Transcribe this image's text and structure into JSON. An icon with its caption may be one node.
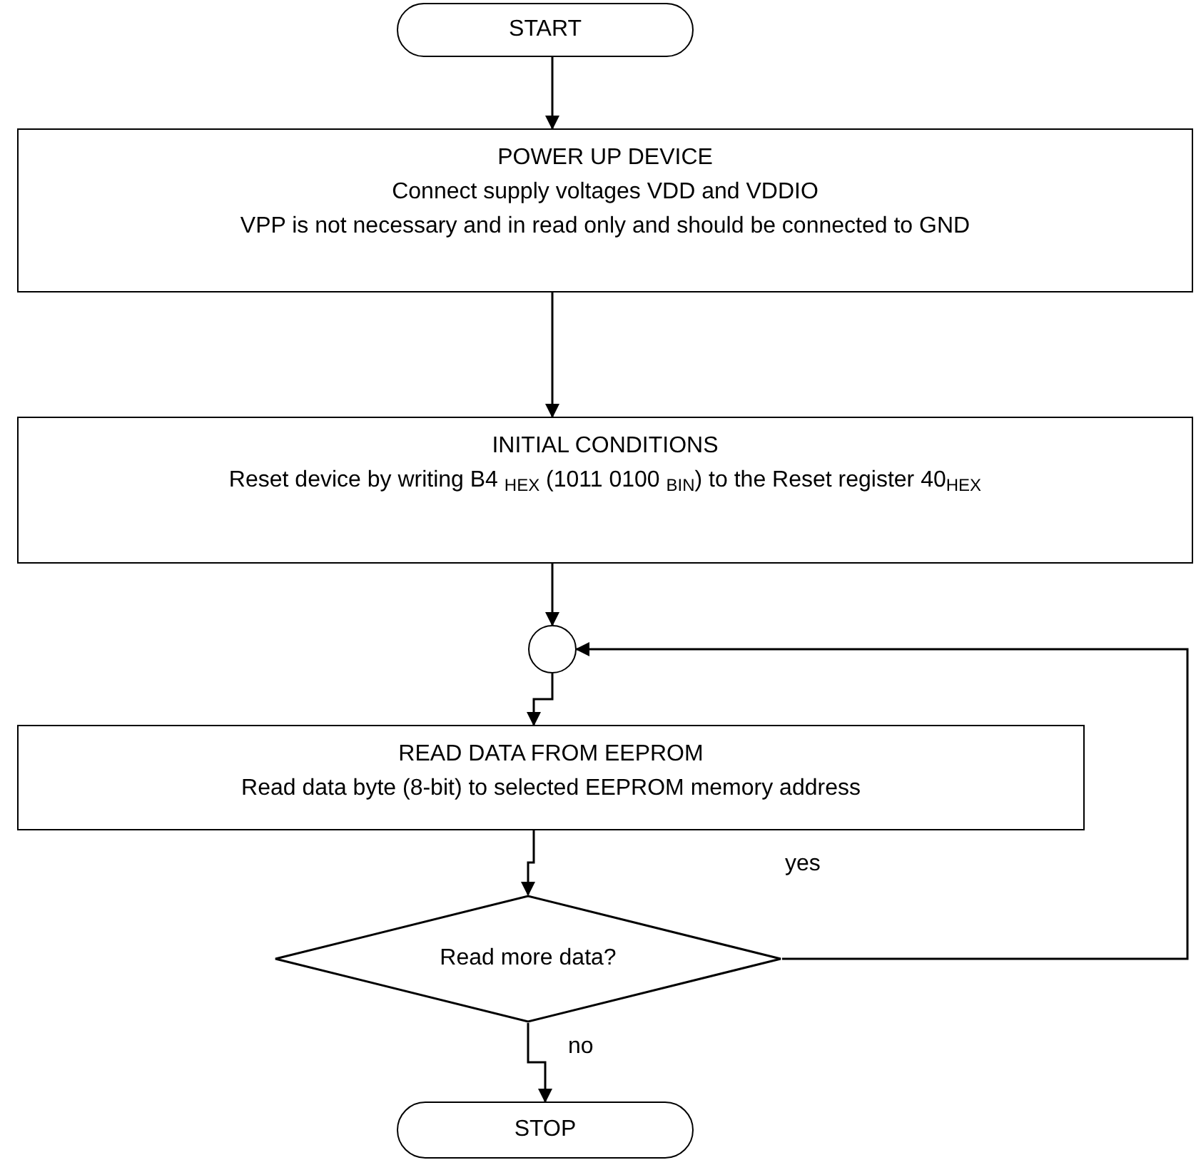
{
  "diagram": {
    "nodes": [
      {
        "text": [
          "START"
        ]
      },
      {
        "text": [
          "POWER UP DEVICE",
          "Connect supply voltages VDD and VDDIO",
          "VPP is not necessary and in read only and should be connected to GND"
        ]
      },
      {
        "text": [
          "INITIAL CONDITIONS",
          "Reset device by writing B4 $_{HEX}$ (1011 0100 $_{BIN}$) to the Reset register 40$_{HEX}$"
        ]
      },
      {
        "text": [],
        "shape": "circle"
      },
      {
        "text": [
          "READ DATA FROM EEPROM",
          "Read data byte (8-bit) to selected EEPROM memory address"
        ]
      },
      {
        "text": [
          "Read more data?"
        ]
      },
      {
        "text": [
          "STOP"
        ]
      }
    ],
    "edges": [
      {
        "from": 0,
        "to": 1,
        "arrow": "to"
      },
      {
        "from": 1,
        "to": 2,
        "arrow": "to"
      },
      {
        "from": 2,
        "to": 3,
        "arrow": "to"
      },
      {
        "from": 3,
        "to": 4,
        "arrow": "to"
      },
      {
        "from": 4,
        "to": 5,
        "arrow": "to"
      },
      {
        "from": 5,
        "to": 3,
        "arrow": "to",
        "label": "yes"
      },
      {
        "from": 5,
        "to": 6,
        "arrow": "to",
        "label": "no"
      }
    ]
  }
}
